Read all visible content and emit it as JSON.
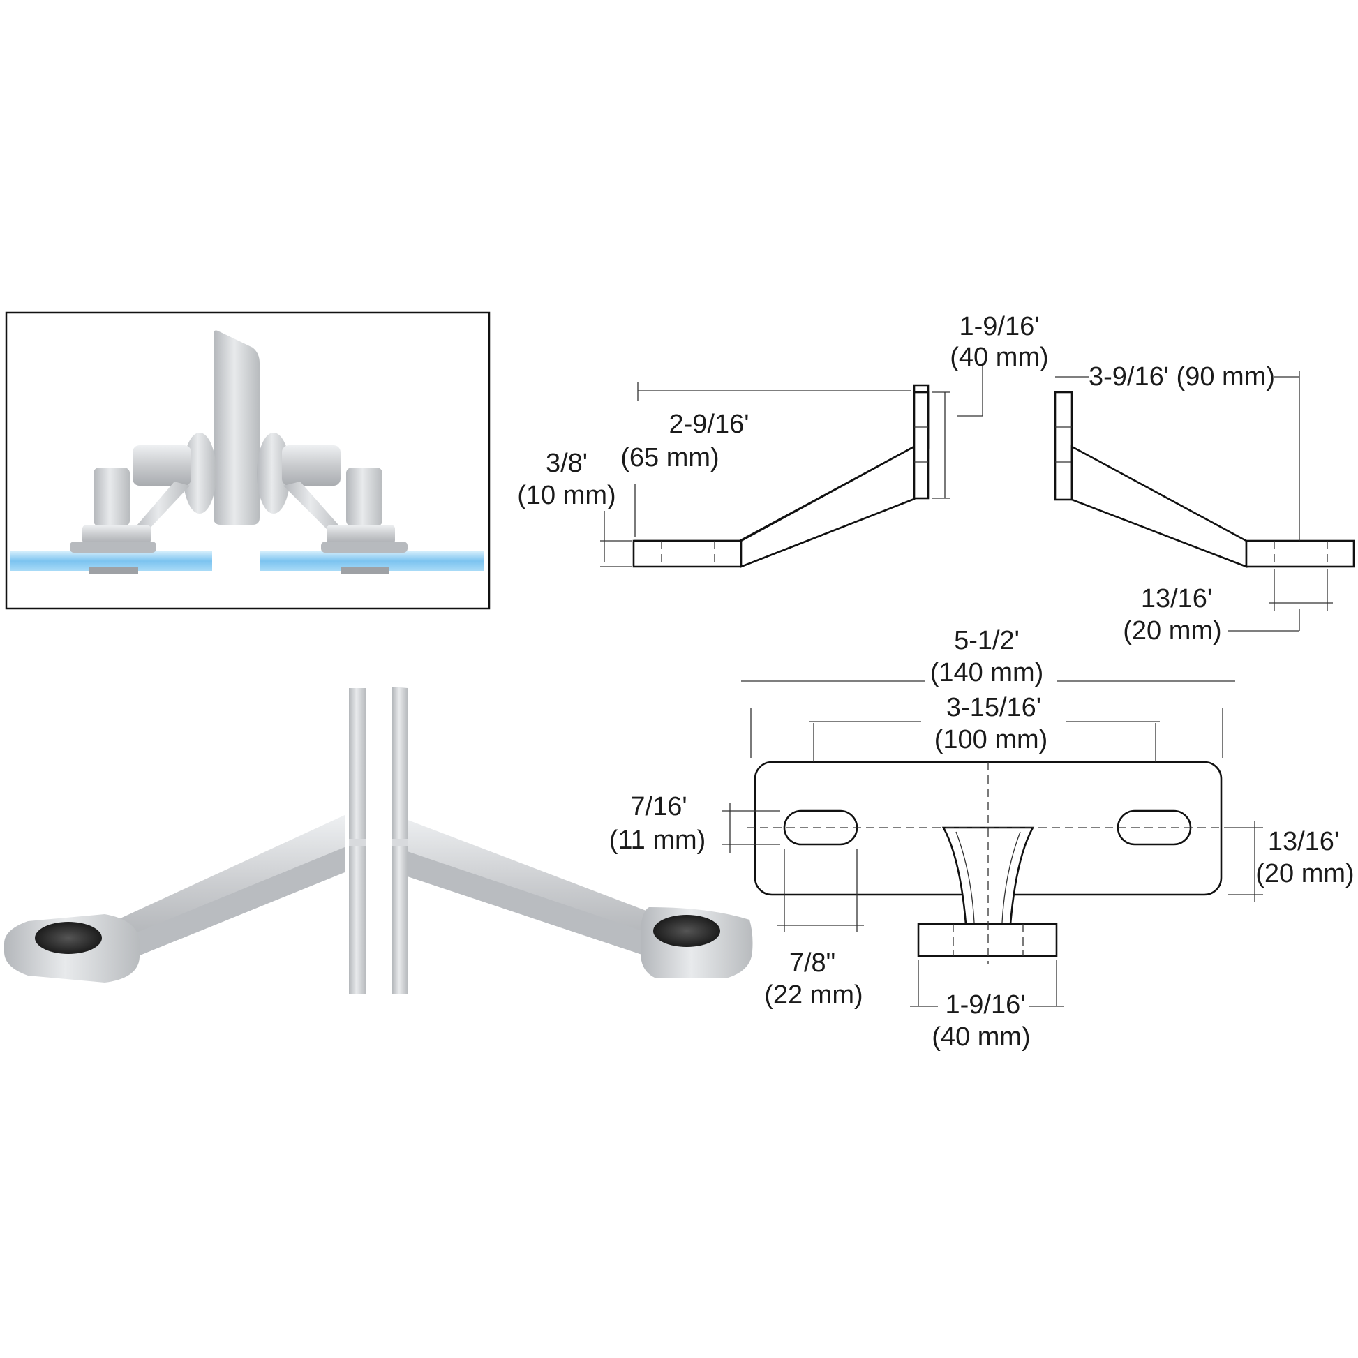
{
  "colors": {
    "metal_light": "#e4e5e7",
    "metal_mid": "#c6c8cb",
    "metal_dark": "#9ea1a5",
    "glass": "#7cc3f0",
    "line": "#111111"
  },
  "side_view": {
    "dim_left_arm_length": {
      "in": "2-9/16'",
      "mm": "(65 mm)"
    },
    "dim_arm_thickness": {
      "in": "3/8'",
      "mm": "(10 mm)"
    },
    "dim_plate_height": {
      "in": "1-9/16'",
      "mm": "(40 mm)"
    },
    "dim_right_arm_length": {
      "text": "3-9/16' (90 mm)"
    },
    "dim_hole_width": {
      "in": "13/16'",
      "mm": "(20 mm)"
    }
  },
  "top_view": {
    "dim_overall_length": {
      "in": "5-1/2'",
      "mm": "(140 mm)"
    },
    "dim_hole_spacing": {
      "in": "3-15/16'",
      "mm": "(100 mm)"
    },
    "dim_slot_height": {
      "in": "7/16'",
      "mm": "(11 mm)"
    },
    "dim_slot_length": {
      "in": "7/8\"",
      "mm": "(22 mm)"
    },
    "dim_base_depth": {
      "in": "13/16'",
      "mm": "(20 mm)"
    },
    "dim_plate_width": {
      "in": "1-9/16'",
      "mm": "(40 mm)"
    }
  },
  "icons": [
    "installation-inset-image",
    "spider-fitting-product-image"
  ]
}
